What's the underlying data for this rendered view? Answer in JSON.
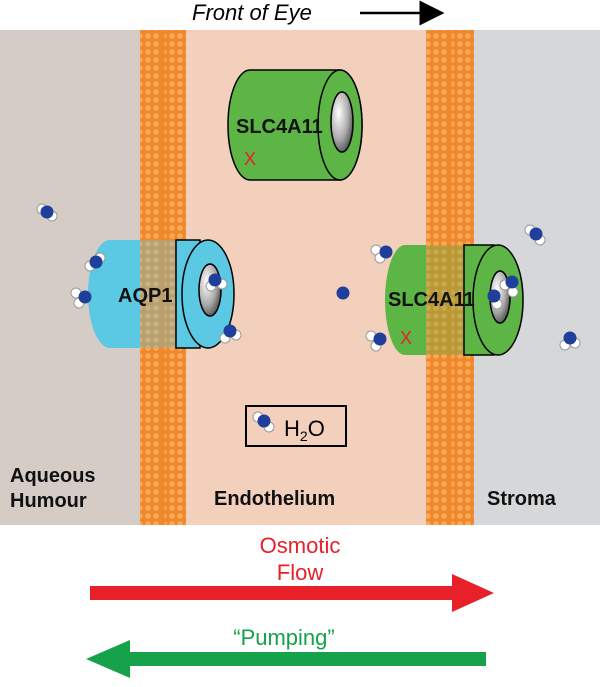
{
  "header": {
    "front_label": "Front of Eye"
  },
  "regions": {
    "aqueous_line1": "Aqueous",
    "aqueous_line2": "Humour",
    "endothelium": "Endothelium",
    "stroma": "Stroma"
  },
  "proteins": {
    "slc_top": "SLC4A11",
    "slc_top_mark": "X",
    "aqp1": "AQP1",
    "slc_right": "SLC4A11",
    "slc_right_mark": "X"
  },
  "legend": {
    "h2o_prefix": "H",
    "h2o_sub": "2",
    "h2o_suffix": "O"
  },
  "flows": {
    "osmotic_line1": "Osmotic",
    "osmotic_line2": "Flow",
    "pumping": "“Pumping”"
  },
  "colors": {
    "aqueous": "#d6ccc6",
    "endothelium": "#f2d0bc",
    "stroma": "#d6d7d9",
    "membrane": "#f0872a",
    "membrane_dot": "#f7a858",
    "slc_green": "#5cb545",
    "aqp_blue": "#5bc8e4",
    "water_blue": "#1f3f9a",
    "osmotic_red": "#e8202a",
    "pumping_green": "#15a24a",
    "mark_red": "#e8202a"
  }
}
